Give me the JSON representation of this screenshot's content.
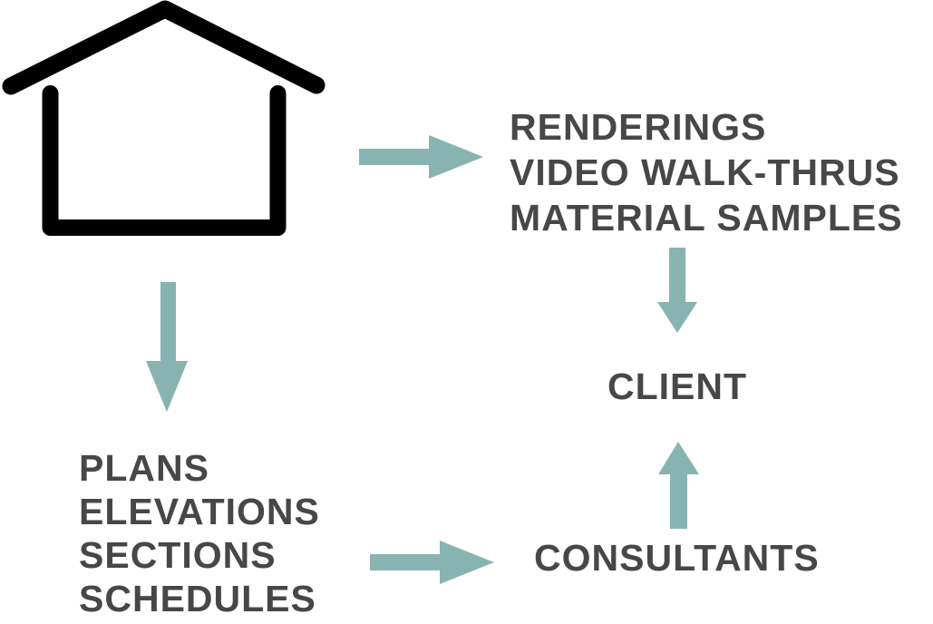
{
  "colors": {
    "background": "#ffffff",
    "arrow_fill": "#87b4b1",
    "label_text": "#474749",
    "house_stroke": "#010101"
  },
  "icons": {
    "house": "house-outline-icon"
  },
  "nodes": {
    "deliverables": {
      "lines": [
        "RENDERINGS",
        "VIDEO WALK-THRUS",
        "MATERIAL SAMPLES"
      ]
    },
    "client": {
      "label": "CLIENT"
    },
    "drawings": {
      "lines": [
        "PLANS",
        "ELEVATIONS",
        "SECTIONS",
        "SCHEDULES"
      ]
    },
    "consultants": {
      "label": "CONSULTANTS"
    }
  },
  "arrows": [
    {
      "id": "house-to-deliverables",
      "direction": "right",
      "from": "house",
      "to": "deliverables"
    },
    {
      "id": "house-to-drawings",
      "direction": "down",
      "from": "house",
      "to": "drawings"
    },
    {
      "id": "deliverables-to-client",
      "direction": "down",
      "from": "deliverables",
      "to": "client"
    },
    {
      "id": "drawings-to-consultants",
      "direction": "right",
      "from": "drawings",
      "to": "consultants"
    },
    {
      "id": "consultants-to-client",
      "direction": "up",
      "from": "consultants",
      "to": "client"
    }
  ]
}
